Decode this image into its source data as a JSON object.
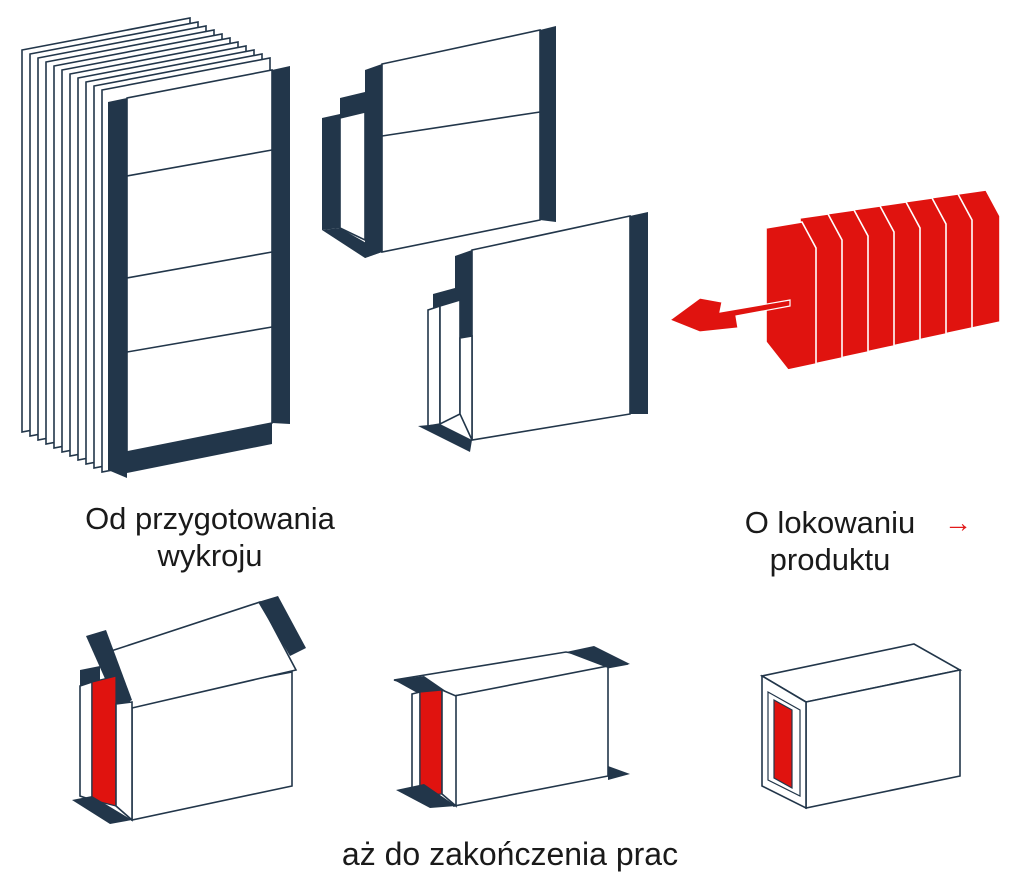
{
  "captions": {
    "from_line1": "Od przygotowania",
    "from_line2": "wykroju",
    "link_line1": "O lokowaniu",
    "link_line2": "produktu",
    "link_arrow": "→",
    "until": "aż do zakończenia prac"
  },
  "colors": {
    "navy": "#22364a",
    "red": "#e0130f",
    "outline": "#22364a",
    "background": "#ffffff"
  },
  "icons": {
    "arrow": "arrow-right-icon"
  }
}
